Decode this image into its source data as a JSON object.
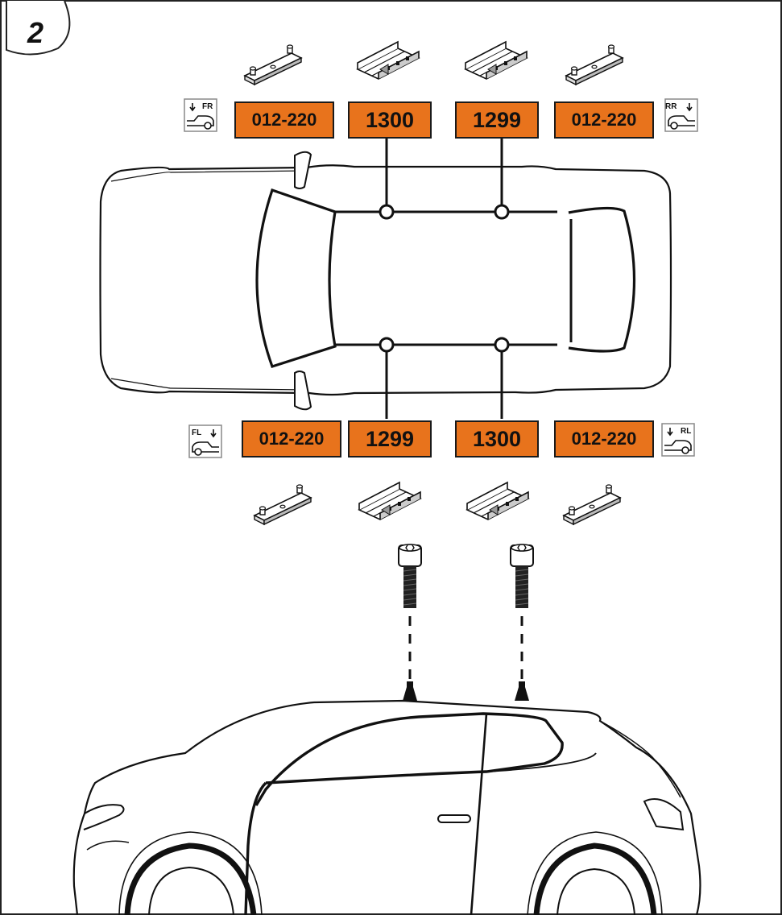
{
  "step_number": "2",
  "positions": {
    "front_right": "FR",
    "rear_right": "RR",
    "front_left": "FL",
    "rear_left": "RL"
  },
  "top_row_labels": [
    "012-220",
    "1300",
    "1299",
    "012-220"
  ],
  "bottom_row_labels": [
    "012-220",
    "1299",
    "1300",
    "012-220"
  ],
  "colors": {
    "tag_fill": "#e8731c",
    "outline": "#1a1a1a"
  },
  "icons": [
    "flat-foot-pad-icon",
    "u-bracket-icon",
    "car-position-icon",
    "bolt-icon",
    "roof-mount-point-icon"
  ]
}
